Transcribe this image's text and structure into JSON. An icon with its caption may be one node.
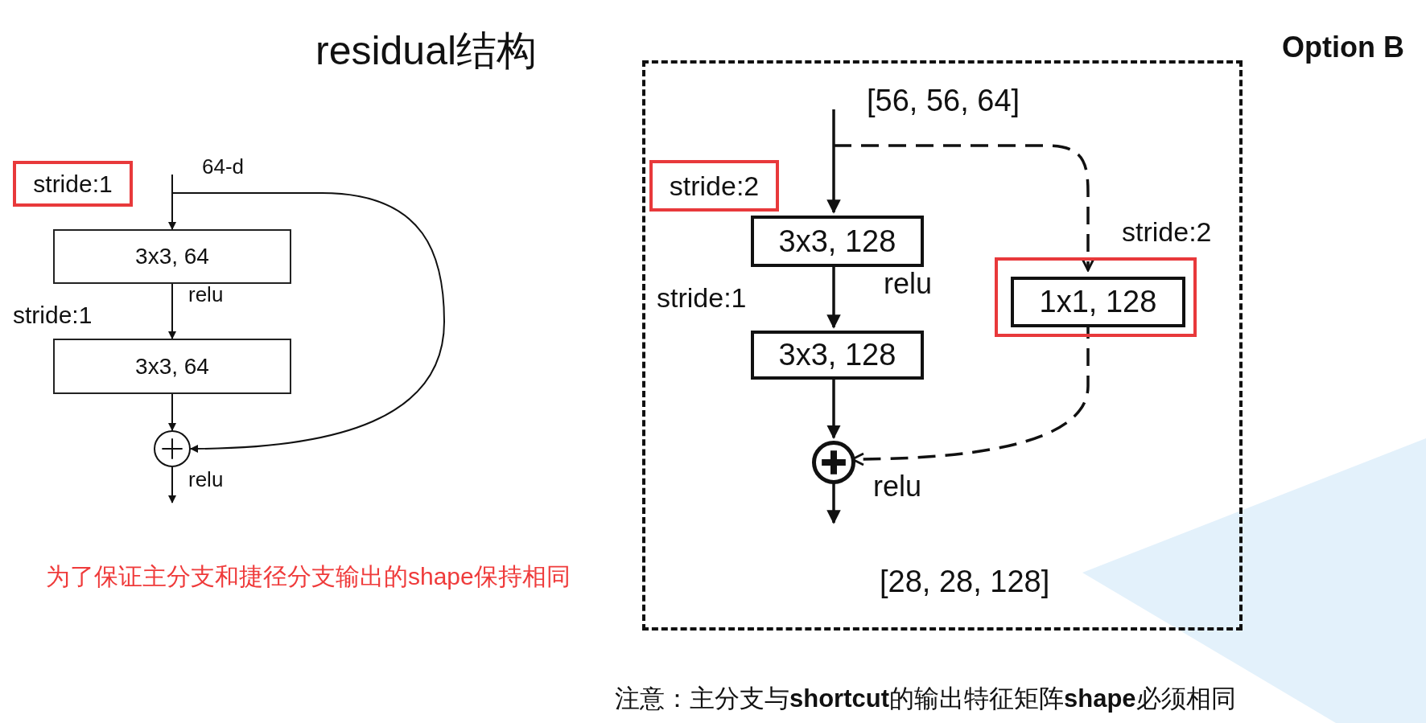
{
  "diagram": {
    "title": "residual结构",
    "nodes": [
      {
        "text": [
          "stride:1"
        ]
      },
      {
        "text": [
          "3x3, 64"
        ]
      },
      {
        "text": [
          "3x3, 64"
        ]
      },
      {
        "text": [],
        "shape": "circle"
      },
      {
        "text": [
          "Option B"
        ]
      },
      {
        "text": [
          "stride:2"
        ],
        "in": 4
      },
      {
        "text": [
          "3x3, 128"
        ],
        "in": 4
      },
      {
        "text": [
          "3x3, 128"
        ],
        "in": 4
      },
      {
        "text": [],
        "shape": "box",
        "in": 4
      },
      {
        "text": [
          "1x1, 128"
        ],
        "in": 8
      },
      {
        "text": [],
        "shape": "circle",
        "in": 4
      }
    ],
    "edges": [
      {
        "from": null,
        "to": 1,
        "arrow": "to"
      },
      {
        "from": 1,
        "to": 2,
        "arrow": "to",
        "label": "relu"
      },
      {
        "from": 2,
        "to": 3,
        "arrow": "to"
      },
      {
        "from": 3,
        "to": null,
        "arrow": "to",
        "label": "relu"
      },
      {
        "from": null,
        "to": 3,
        "arrow": "to"
      },
      {
        "from": null,
        "to": 6,
        "arrow": "to"
      },
      {
        "from": 6,
        "to": 7,
        "arrow": "to",
        "label": "relu"
      },
      {
        "from": 7,
        "to": 10,
        "arrow": "to"
      },
      {
        "from": 10,
        "to": null,
        "arrow": "to",
        "label": "relu"
      },
      {
        "from": null,
        "to": 9,
        "arrow": "to",
        "style": "dashed"
      },
      {
        "from": 9,
        "to": 10,
        "arrow": "to",
        "style": "dashed"
      }
    ],
    "labels": [
      "64-d",
      "stride:1",
      "为了保证主分支和捷径分支输出的shape保持相同",
      "[56, 56, 64]",
      "stride:1",
      "stride:2",
      "[28, 28, 128]",
      "注意：主分支与**shortcut**的输出特征矩阵**shape**必须相同"
    ]
  }
}
